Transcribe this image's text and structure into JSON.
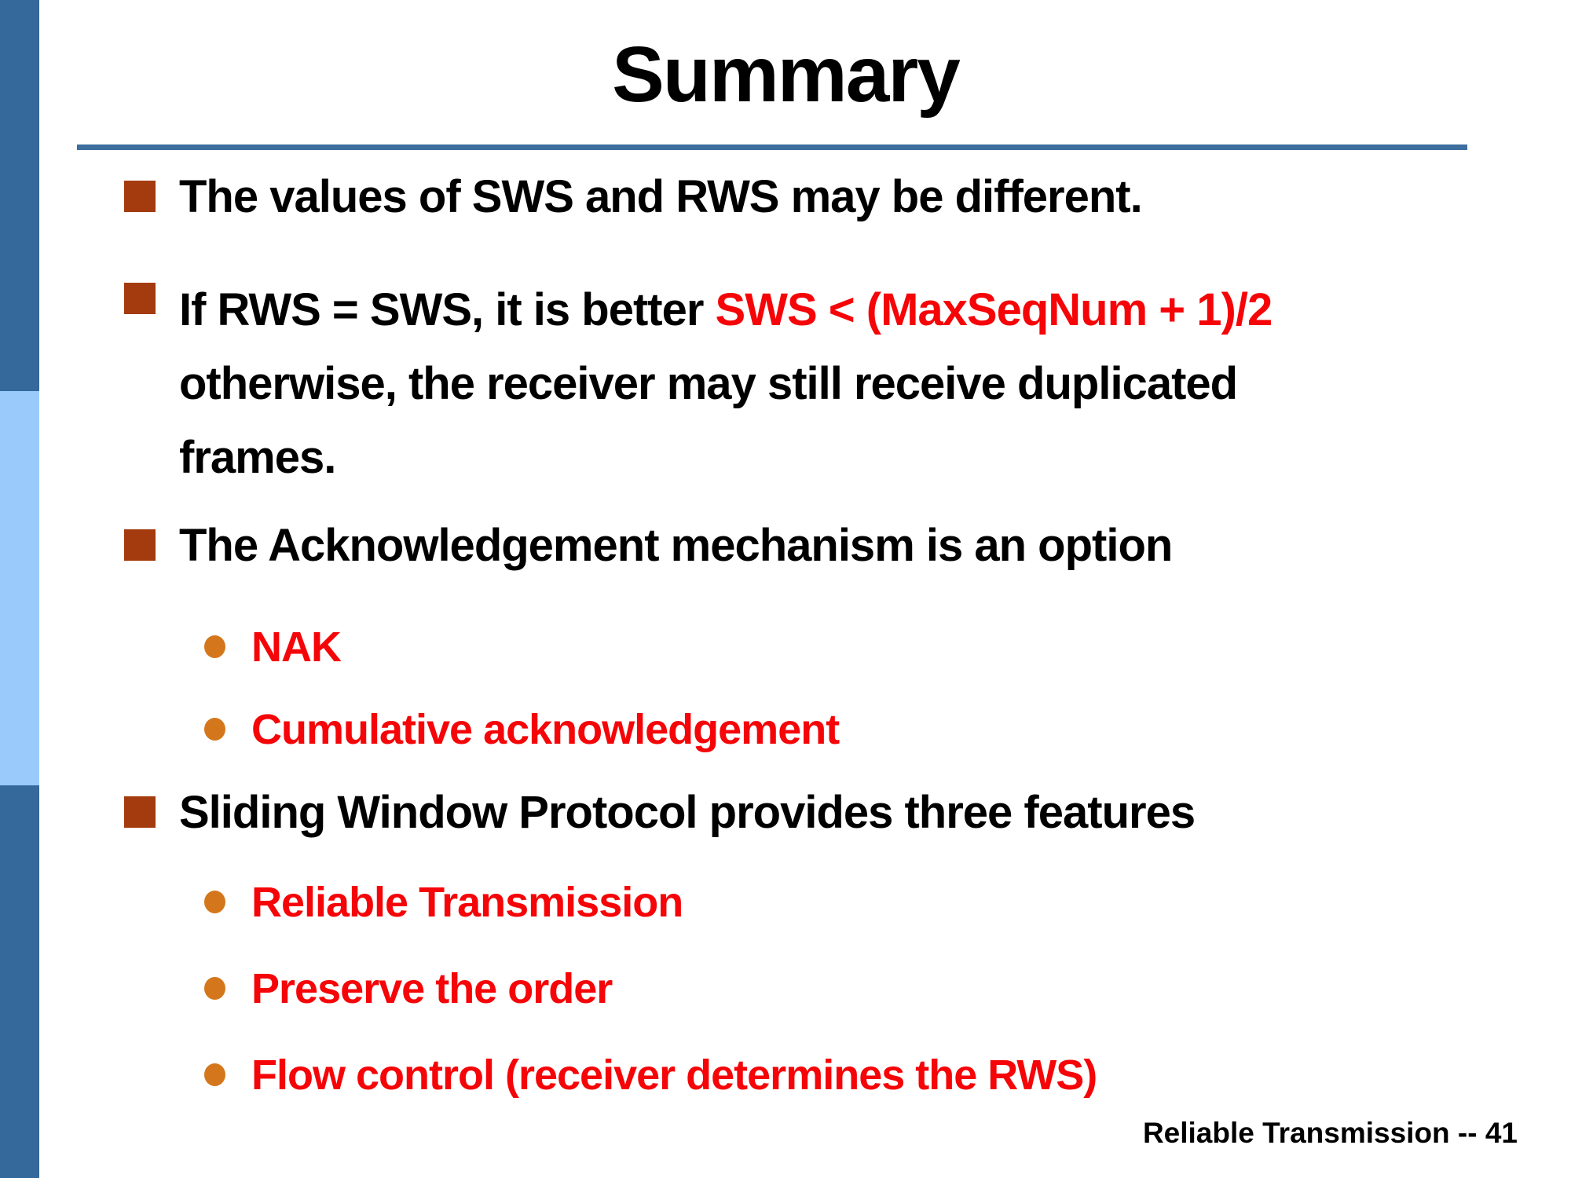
{
  "slide": {
    "title": "Summary",
    "footer": "Reliable Transmission -- 41",
    "colors": {
      "accent_red": "#F50508",
      "bullet_square": "#A33B0E",
      "bullet_dot": "#D4771C",
      "bar_dark": "#35689B",
      "bar_light": "#9ACAFC",
      "rule_blue": "#3C6E9E"
    },
    "bullets": {
      "b1": "The values of SWS and RWS may be different.",
      "b2_black": "If RWS = SWS, it is better ",
      "b2_red": "SWS < (MaxSeqNum + 1)/2",
      "b2_line2": "otherwise, the receiver may still receive duplicated",
      "b2_line3": "frames.",
      "b3": "The Acknowledgement mechanism is an option",
      "sub1": "NAK",
      "sub2": "Cumulative acknowledgement",
      "b4": "Sliding Window Protocol provides three features",
      "sub3": "Reliable Transmission",
      "sub4": "Preserve the order",
      "sub5": "Flow control (receiver determines the RWS)"
    }
  }
}
